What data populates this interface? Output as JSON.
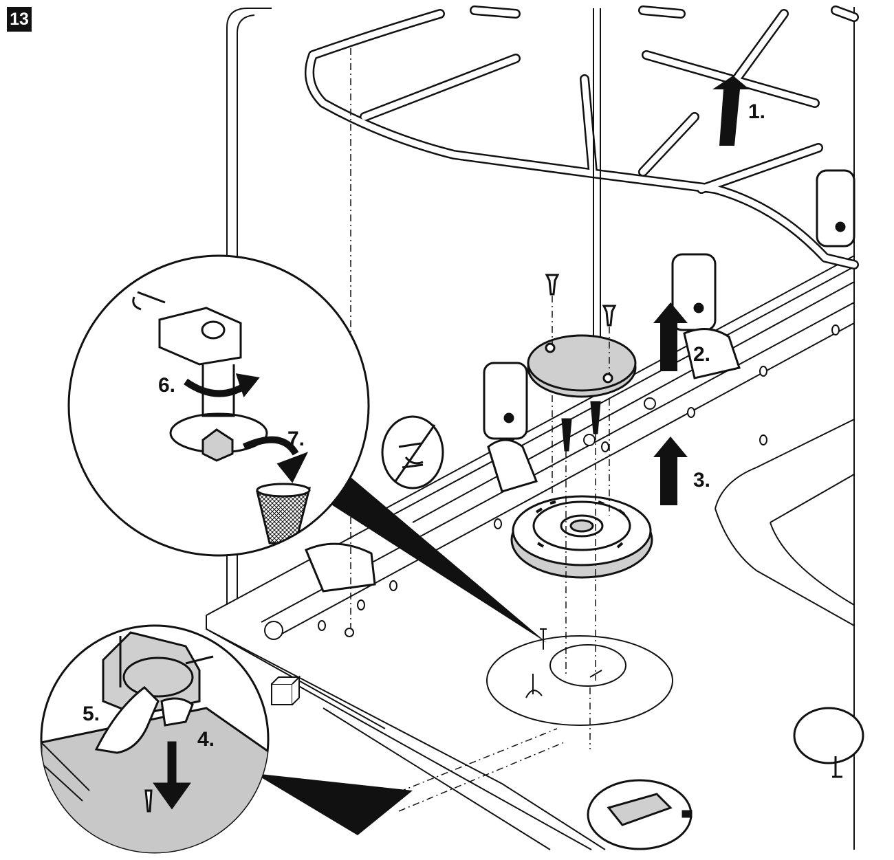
{
  "figure": {
    "number": "13"
  },
  "steps": {
    "s1": "1.",
    "s2": "2.",
    "s3": "3.",
    "s4": "4.",
    "s5": "5.",
    "s6": "6.",
    "s7": "7."
  },
  "icons": {
    "prohibition": "no-detergent-icon",
    "arrow": "up-arrow-icon",
    "bin": "waste-basket-icon"
  },
  "colors": {
    "ink": "#111111",
    "part_fill": "#cfcfcf",
    "panel_fill": "#c8c8c8",
    "paper": "#ffffff"
  }
}
